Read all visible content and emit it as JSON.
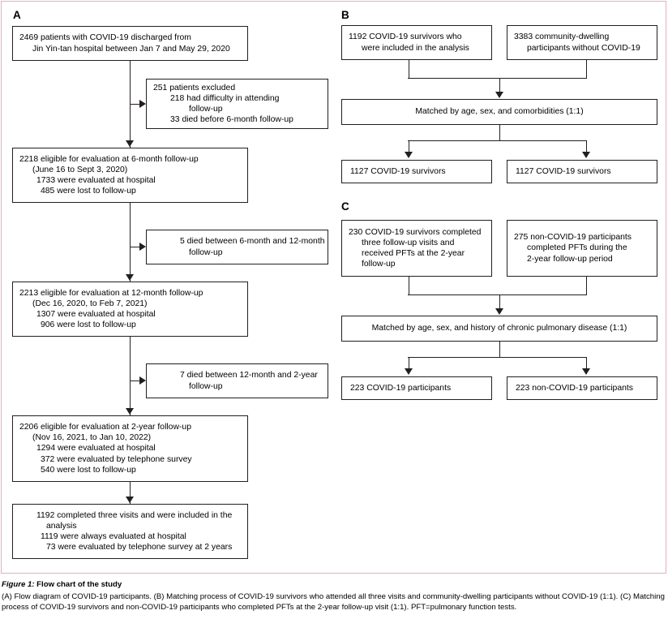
{
  "figure": {
    "frame_color": "#e8adb8",
    "line_color": "#231f20",
    "panels": [
      {
        "id": "A",
        "letter": "A"
      },
      {
        "id": "B",
        "letter": "B"
      },
      {
        "id": "C",
        "letter": "C"
      }
    ]
  },
  "chart_data": {
    "type": "diagram",
    "title": "Flow chart of the study",
    "nodes": {
      "a1": {
        "lines": [
          "2469 patients with COVID-19 discharged from",
          "Jin Yin-tan hospital between Jan 7 and May 29, 2020"
        ]
      },
      "a_excl1": {
        "lines": [
          "251 patients excluded",
          "218 had difficulty in attending",
          "follow-up",
          "33 died before 6-month follow-up"
        ]
      },
      "a2": {
        "lines": [
          "2218 eligible for evaluation at 6-month follow-up",
          "(June 16 to Sept 3, 2020)",
          "1733 were evaluated at hospital",
          "485 were lost to follow-up"
        ]
      },
      "a_excl2": {
        "lines": [
          "5 died between 6-month and 12-month",
          "follow-up"
        ]
      },
      "a3": {
        "lines": [
          "2213 eligible for evaluation at 12-month follow-up",
          "(Dec 16, 2020, to Feb 7, 2021)",
          "1307 were evaluated at hospital",
          "906 were lost to follow-up"
        ]
      },
      "a_excl3": {
        "lines": [
          "7 died between 12-month and 2-year",
          "follow-up"
        ]
      },
      "a4": {
        "lines": [
          "2206 eligible for evaluation at 2-year follow-up",
          "(Nov 16, 2021, to Jan 10, 2022)",
          "1294 were evaluated at hospital",
          "372 were evaluated by telephone survey",
          "540 were lost to follow-up"
        ]
      },
      "a5": {
        "lines": [
          "1192 completed three visits and were included in the",
          "analysis",
          "1119 were always evaluated at hospital",
          "73 were evaluated by telephone survey at 2 years"
        ]
      },
      "b1": {
        "lines": [
          "1192 COVID-19 survivors who",
          "were included in the analysis"
        ]
      },
      "b2": {
        "lines": [
          "3383 community-dwelling",
          "participants without COVID-19"
        ]
      },
      "b_match": {
        "text": "Matched by age, sex, and comorbidities (1:1)"
      },
      "b_out1": {
        "text": "1127 COVID-19 survivors"
      },
      "b_out2": {
        "text": "1127 COVID-19 survivors"
      },
      "c1": {
        "lines": [
          "230 COVID-19 survivors completed",
          "three follow-up visits and",
          "received PFTs at the 2-year",
          "follow-up"
        ]
      },
      "c2": {
        "lines": [
          "275 non-COVID-19 participants",
          "completed PFTs during the",
          "2-year follow-up period"
        ]
      },
      "c_match": {
        "text": "Matched by age, sex, and history of chronic pulmonary disease (1:1)"
      },
      "c_out1": {
        "text": "223 COVID-19 participants"
      },
      "c_out2": {
        "text": "223 non-COVID-19 participants"
      }
    }
  },
  "caption": {
    "figure_label": "Figure 1:",
    "figure_title": " Flow chart of the study",
    "body": "(A) Flow diagram of COVID-19 participants. (B) Matching process of COVID-19 survivors who attended all three visits and community-dwelling participants without COVID-19 (1:1). (C) Matching process of COVID-19 survivors and non-COVID-19 participants who completed PFTs at the 2-year follow-up visit (1:1). PFT=pulmonary function tests."
  }
}
